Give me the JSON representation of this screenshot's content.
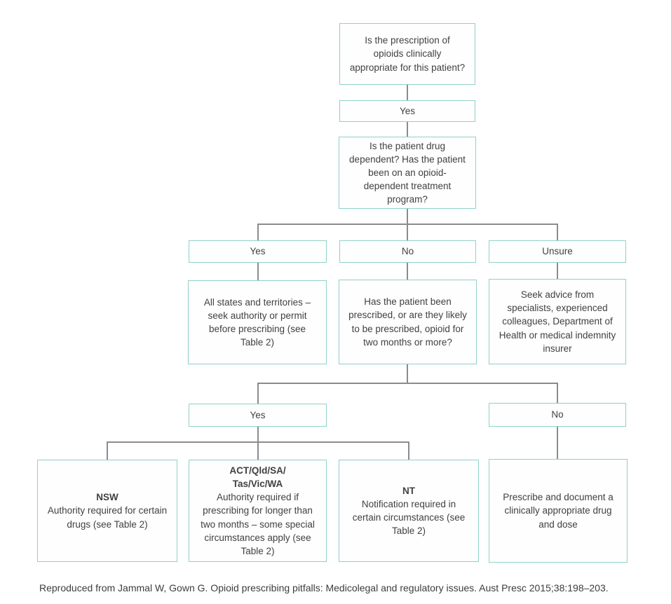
{
  "colors": {
    "box_border": "#8fd1c8",
    "connector": "#898c8e",
    "text": "#414042",
    "background": "#ffffff"
  },
  "flowchart": {
    "q1": "Is the prescription of opioids clinically appropriate for this patient?",
    "yes1": "Yes",
    "q2": "Is the patient drug dependent? Has the patient been on an opioid-dependent treatment program?",
    "branch_yes": "Yes",
    "branch_no": "No",
    "branch_unsure": "Unsure",
    "all_states": "All states and territories – seek authority or permit before prescribing (see Table 2)",
    "q3": "Has the patient been prescribed, or are they likely to be prescribed, opioid for two months or more?",
    "seek_advice": "Seek advice from specialists, experienced colleagues, Department of Health or medical indemnity insurer",
    "yes2": "Yes",
    "no2": "No",
    "nsw_title": "NSW",
    "nsw_body": "Authority required for certain drugs (see Table 2)",
    "act_title": "ACT/Qld/SA/\nTas/Vic/WA",
    "act_body": "Authority required if prescribing for longer than two months – some special circumstances apply (see Table 2)",
    "nt_title": "NT",
    "nt_body": "Notification required in certain circumstances (see Table 2)",
    "prescribe": "Prescribe and document a clinically appropriate drug and dose"
  },
  "caption": "Reproduced from Jammal W, Gown G. Opioid prescribing pitfalls: Medicolegal and regulatory issues. Aust Presc 2015;38:198–203."
}
